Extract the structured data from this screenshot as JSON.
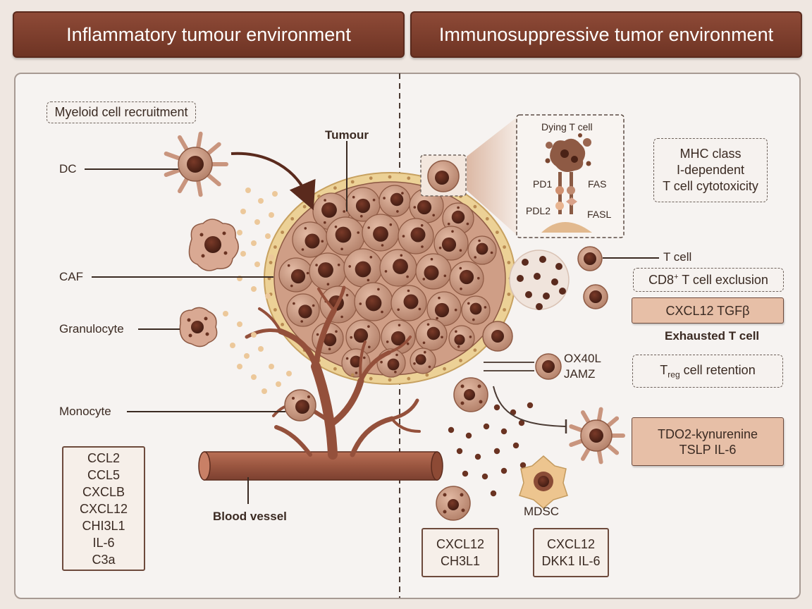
{
  "headers": {
    "left": "Inflammatory tumour environment",
    "right": "Immunosuppressive tumor environment"
  },
  "left": {
    "myeloid_box": "Myeloid cell recruitment",
    "dc": "DC",
    "caf": "CAF",
    "granulocyte": "Granulocyte",
    "monocyte": "Monocyte",
    "tumour": "Tumour",
    "blood_vessel": "Blood vessel",
    "factors": [
      "CCL2",
      "CCL5",
      "CXCLB",
      "CXCL12",
      "CHI3L1",
      "IL-6",
      "C3a"
    ]
  },
  "right": {
    "inset": {
      "title": "Dying T cell",
      "pd1": "PD1",
      "fas": "FAS",
      "pdl2": "PDL2",
      "fasl": "FASL"
    },
    "mhc_box": [
      "MHC class",
      "I-dependent",
      "T cell cytotoxicity"
    ],
    "t_cell": "T cell",
    "cd8_box": {
      "pre": "CD8",
      "sup": "+",
      "post": " T cell exclusion"
    },
    "cxcl12_tgfb": "CXCL12 TGFβ",
    "exhausted": "Exhausted T cell",
    "ox40l": "OX40L",
    "jamz": "JAMZ",
    "treg_box": {
      "pre": "T",
      "sub": "reg",
      "post": " cell retention"
    },
    "tdo2_box": [
      "TDO2-kynurenine",
      "TSLP IL-6"
    ],
    "mdsc": "MDSC",
    "box_a": [
      "CXCL12",
      "CH3L1"
    ],
    "box_b": [
      "CXCL12",
      "DKK1 IL-6"
    ]
  },
  "colors": {
    "header": "#7d3f2e",
    "accent_fill": "#e7bfa7",
    "cell_dark": "#5a2a1d",
    "cell_light": "#c9957e",
    "vessel": "#9a5640"
  }
}
